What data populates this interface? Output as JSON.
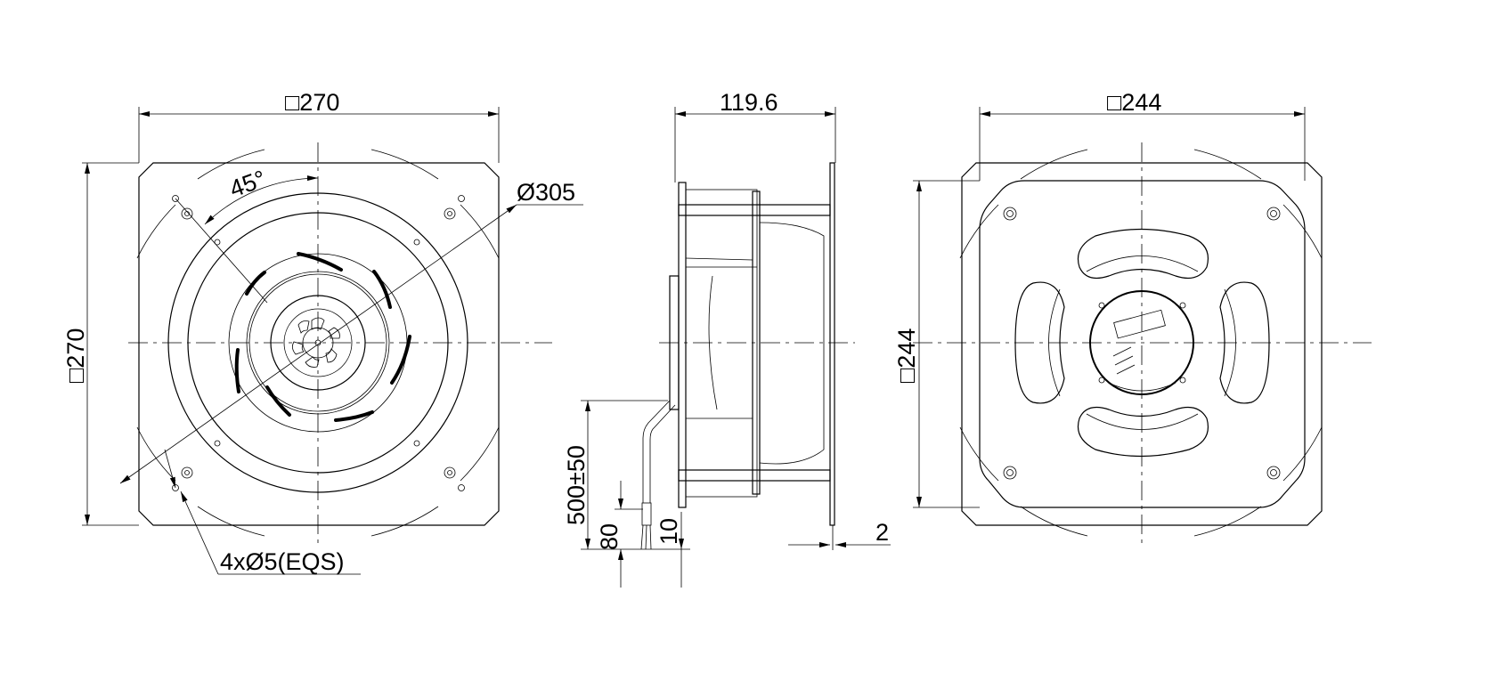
{
  "front_view": {
    "width_label": "□270",
    "height_label": "□270",
    "diameter_label": "Ø305",
    "angle_label": "45°",
    "holes_label": "4xØ5(EQS)"
  },
  "side_view": {
    "depth_label": "119.6",
    "cable_length_label": "500±50",
    "strip_label": "80",
    "wire_end_label": "10",
    "flange_thickness_label": "2"
  },
  "rear_view": {
    "width_label": "□244",
    "height_label": "□244"
  }
}
